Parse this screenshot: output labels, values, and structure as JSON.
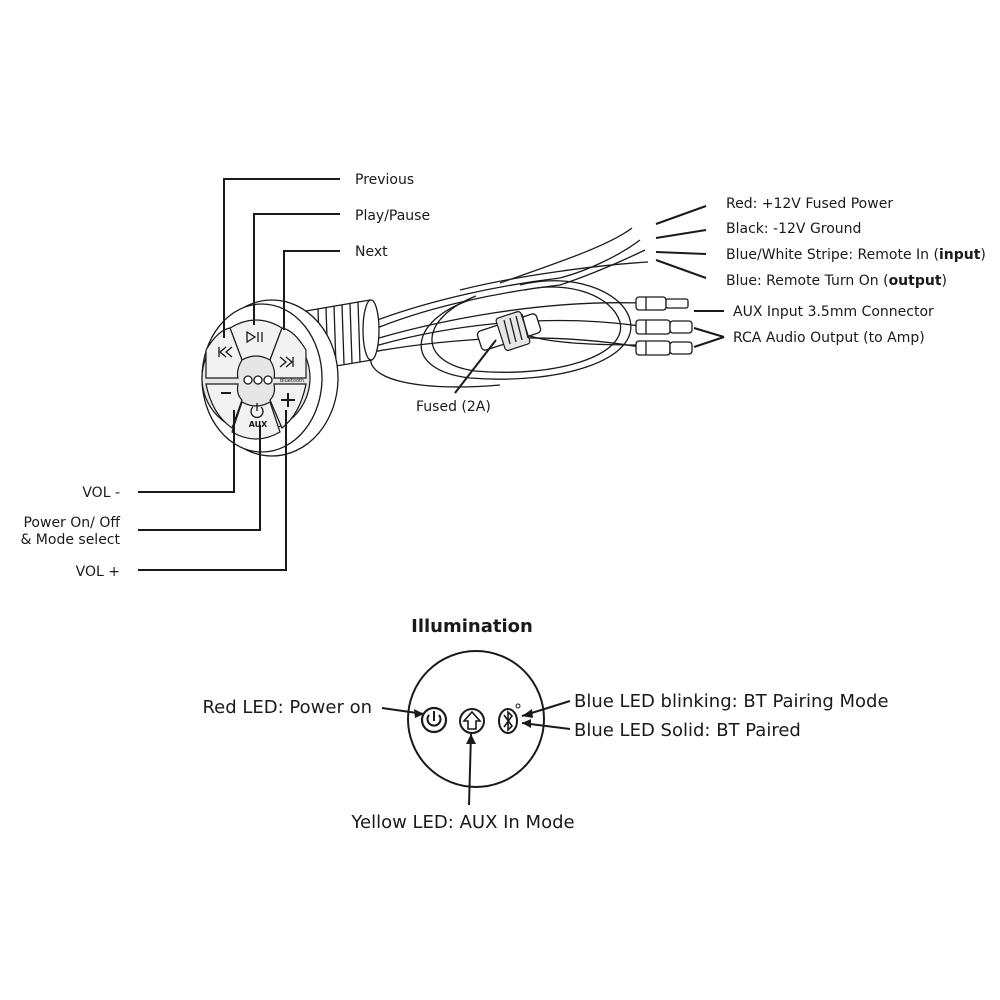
{
  "callouts": {
    "previous": "Previous",
    "play_pause": "Play/Pause",
    "next": "Next",
    "vol_minus": "VOL -",
    "power_line1": "Power On/ Off",
    "power_line2": "& Mode select",
    "vol_plus": "VOL +",
    "fused": "Fused (2A)",
    "aux_input": "AUX Input 3.5mm Connector",
    "rca_output": "RCA Audio Output (to Amp)"
  },
  "wires": {
    "red": "Red: +12V Fused Power",
    "black": "Black: -12V Ground",
    "blue_white_prefix": "Blue/White Stripe: Remote In (",
    "blue_white_bold": "input",
    "blue_white_suffix": ")",
    "blue_prefix": "Blue: Remote Turn On (",
    "blue_bold": "output",
    "blue_suffix": ")"
  },
  "device": {
    "aux_label": "AUX",
    "bluetooth_text": "Bluetooth"
  },
  "illumination": {
    "title": "Illumination",
    "red_led": "Red LED: Power on",
    "yellow_led": "Yellow LED: AUX In Mode",
    "blue_blinking": "Blue LED blinking: BT Pairing Mode",
    "blue_solid": "Blue LED Solid: BT Paired"
  },
  "icons": [
    "previous-icon",
    "play-pause-icon",
    "next-icon",
    "minus-icon",
    "plus-icon",
    "power-icon",
    "aux-icon",
    "bluetooth-icon"
  ]
}
